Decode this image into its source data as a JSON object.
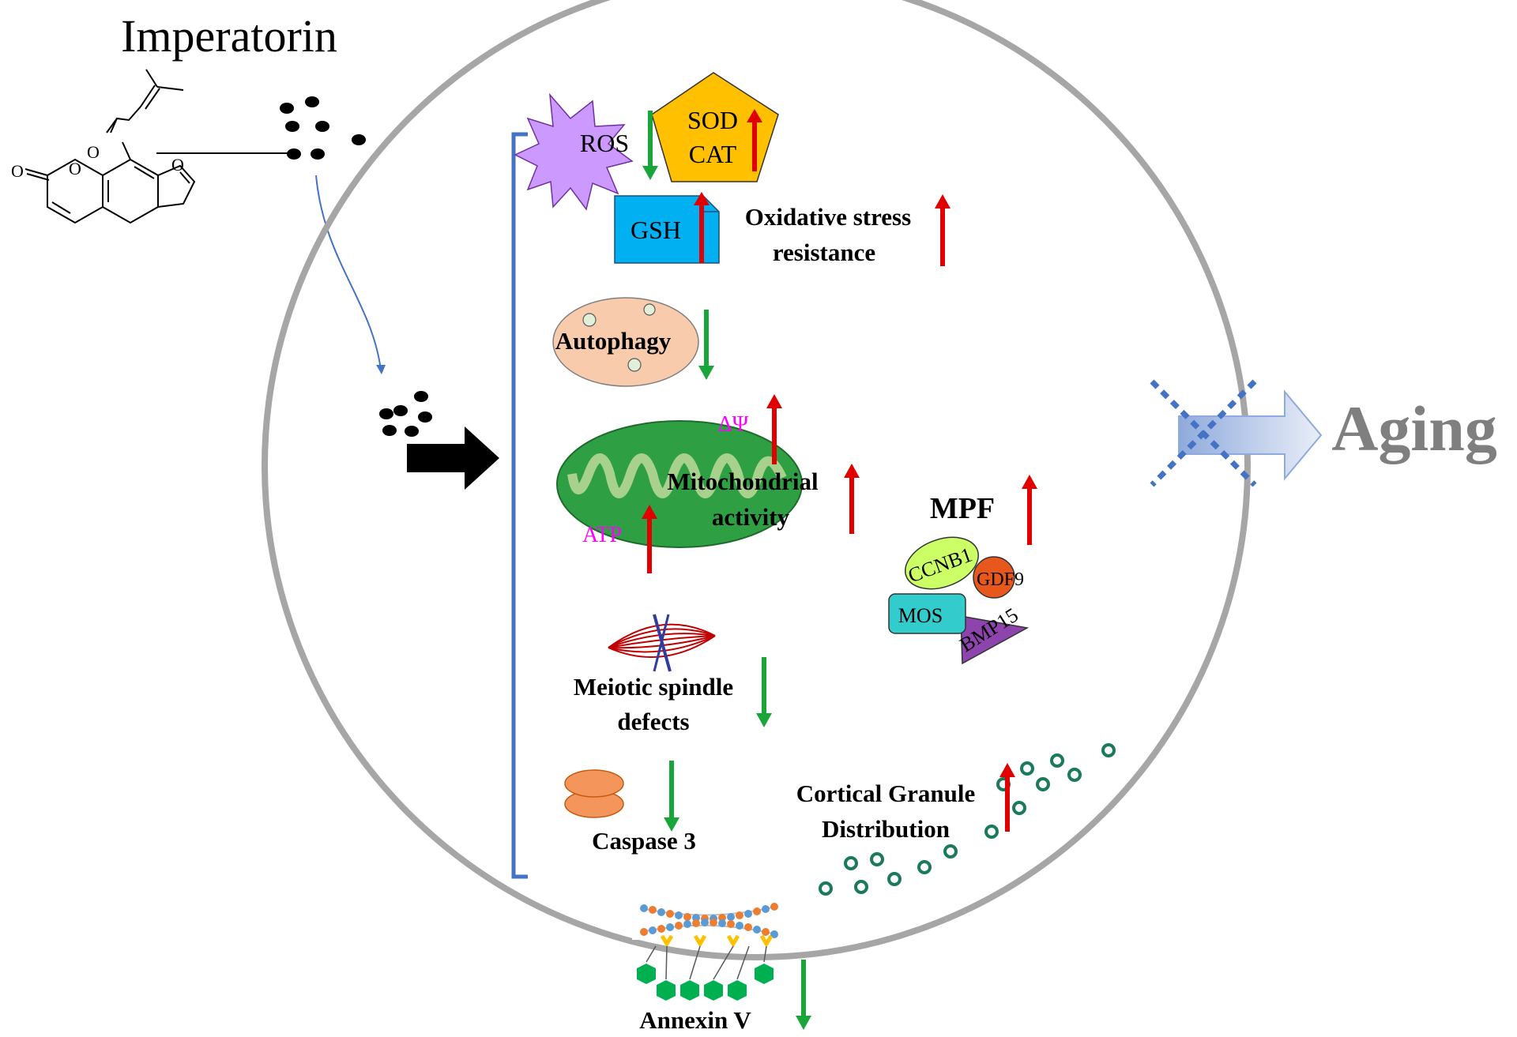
{
  "title": "Imperatorin",
  "ros": "ROS",
  "sod": "SOD",
  "cat": "CAT",
  "gsh": "GSH",
  "oxidative": [
    "Oxidative stress",
    "resistance"
  ],
  "autophagy": "Autophagy",
  "delta_psi": "ΔΨ",
  "mito": [
    "Mitochondrial",
    "activity"
  ],
  "atp": "ATP",
  "mpf": "MPF",
  "ccnb1": "CCNB1",
  "gdf9": "GDF9",
  "mos": "MOS",
  "bmp15": "BMP15",
  "spindle": [
    "Meiotic spindle",
    "defects"
  ],
  "caspase": "Caspase 3",
  "cortical": [
    "Cortical Granule",
    "Distribution"
  ],
  "annexin": "Annexin V",
  "aging": "Aging",
  "colors": {
    "up_arrow": "#e00000",
    "down_arrow": "#1aa53a",
    "bracket": "#4472c4",
    "cell": "#a6a6a6",
    "ros": "#cc99ff",
    "sod": "#ffc000",
    "gsh": "#00b0f0",
    "mito": "#2ea043",
    "autophagy": "#f8cbad",
    "magenta": "#ff00ff",
    "aging": "#7f7f7f"
  },
  "effects": {
    "ros": "down",
    "sod_cat": "up",
    "gsh": "up",
    "oxidative_stress_resistance": "up",
    "autophagy": "down",
    "delta_psi": "up",
    "mitochondrial_activity": "up",
    "atp": "up",
    "mpf": "up",
    "meiotic_spindle_defects": "down",
    "caspase_3": "down",
    "cortical_granule_distribution": "up",
    "annexin_v": "down",
    "aging": "blocked"
  }
}
